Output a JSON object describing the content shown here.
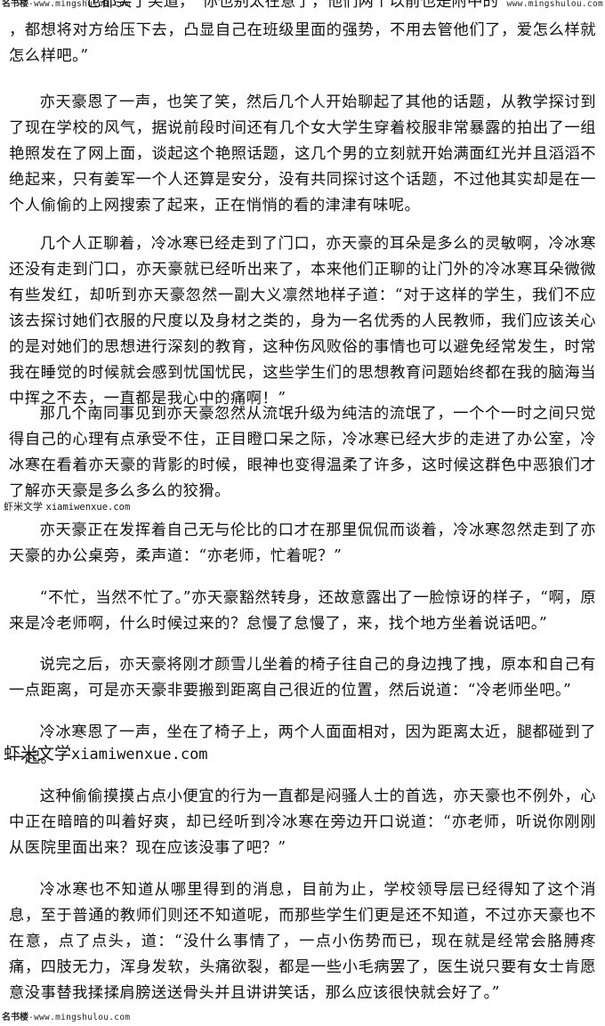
{
  "watermarks": {
    "top_brand": "名书楼",
    "top_url": "-www.mingshulou.com",
    "top_right_url": "www.mingshulou.com",
    "mid_brand": "虾米文学",
    "mid_url": "xiamiwenxue.com",
    "big_brand": "虾米文学",
    "big_url": "xiamiwenxue.com",
    "bottom_brand": "名书楼",
    "bottom_url": "-www.mingshulou.com"
  },
  "cut_top_line": "也都笑了笑道，“你也别太在意了，他们两个以前也是附中的”",
  "paragraphs": [
    "，都想将对方给压下去，凸显自己在班级里面的强势，不用去管他们了，爱怎么样就怎么样吧。”",
    "亦天豪恩了一声，也笑了笑，然后几个人开始聊起了其他的话题，从教学探讨到了现在学校的风气，据说前段时间还有几个女大学生穿着校服非常暴露的拍出了一组艳照发在了网上面，谈起这个艳照话题，这几个男的立刻就开始满面红光并且滔滔不绝起来，只有姜军一个人还算是安分，没有共同探讨这个话题，不过他其实却是在一个人偷偷的上网搜索了起来，正在悄悄的看的津津有味呢。",
    "几个人正聊着，冷冰寒已经走到了门口，亦天豪的耳朵是多么的灵敏啊，冷冰寒还没有走到门口，亦天豪就已经听出来了，本来他们正聊的让门外的冷冰寒耳朵微微有些发红，却听到亦天豪忽然一副大义凛然地样子道：“对于这样的学生，我们不应该去探讨她们衣服的尺度以及身材之类的，身为一名优秀的人民教师，我们应该关心的是对她们的思想进行深刻的教育，这种伤风败俗的事情也可以避免经常发生，时常我在睡觉的时候就会感到忧国忧民，这些学生们的思想教育问题始终都在我的脑海当中挥之不去，一直都是我心中的痛啊！”",
    "那几个南同事见到亦天豪忽然从流氓升级为纯洁的流氓了，一个个一时之间只觉得自己的心理有点承受不住，正目瞪口呆之际，冷冰寒已经大步的走进了办公室，冷冰寒在看着亦天豪的背影的时候，眼神也变得温柔了许多，这时候这群色中恶狼们才了解亦天豪是多么多么的狡猾。",
    "亦天豪正在发挥着自己无与伦比的口才在那里侃侃而谈着，冷冰寒忽然走到了亦天豪的办公桌旁，柔声道：“亦老师，忙着呢？”",
    "“不忙，当然不忙了。”亦天豪豁然转身，还故意露出了一脸惊讶的样子，“啊，原来是冷老师啊，什么时候过来的？怠慢了怠慢了，来，找个地方坐着说话吧。”",
    "说完之后，亦天豪将刚才颜雪儿坐着的椅子往自己的身边拽了拽，原本和自己有一点距离，可是亦天豪非要搬到距离自己很近的位置，然后说道：“冷老师坐吧。”",
    "冷冰寒恩了一声，坐在了椅子上，两个人面面相对，因为距离太近，腿都碰到了一起。",
    "这种偷偷摸摸占点小便宜的行为一直都是闷骚人士的首选，亦天豪也不例外，心中正在暗暗的叫着好爽，却已经听到冷冰寒在旁边开口说道：“亦老师，听说你刚刚从医院里面出来？现在应该没事了吧？”",
    "冷冰寒也不知道从哪里得到的消息，目前为止，学校领导层已经得知了这个消息，至于普通的教师们则还不知道呢，而那些学生们更是还不知道，不过亦天豪也不在意，点了点头，道：“没什么事情了，一点小伤势而已，现在就是经常会胳膊疼痛，四肢无力，浑身发软，头痛欲裂，都是一些小毛病罢了，医生说只要有女士肯愿意没事替我揉揉肩膀送送骨头并且讲讲笑话，那么应该很快就会好了。”"
  ]
}
